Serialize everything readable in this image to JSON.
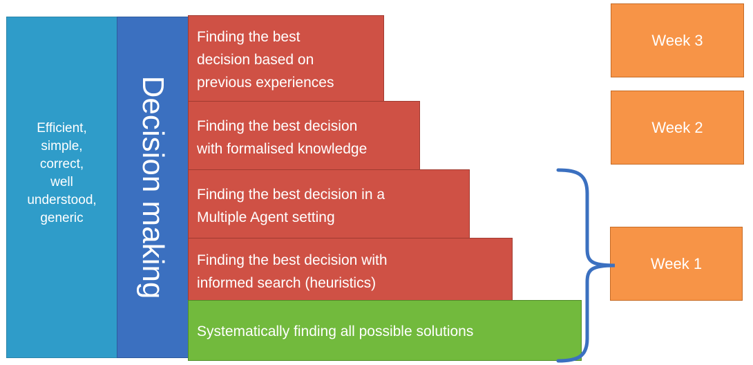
{
  "left_column": {
    "lines": [
      "Efficient,",
      "simple,",
      "correct,",
      "well",
      "understood,",
      "generic"
    ]
  },
  "middle_column": {
    "label": "Decision making"
  },
  "steps": [
    {
      "lines": [
        "Finding the best",
        "decision based on",
        "previous experiences"
      ]
    },
    {
      "lines": [
        "Finding the best decision",
        "with formalised knowledge"
      ]
    },
    {
      "lines": [
        "Finding the best decision in a",
        "Multiple Agent setting"
      ]
    },
    {
      "lines": [
        "Finding the best decision with",
        "informed search (heuristics)"
      ]
    },
    {
      "lines": [
        "Systematically finding all possible solutions"
      ]
    }
  ],
  "weeks": {
    "week3": "Week 3",
    "week2": "Week 2",
    "week1": "Week 1"
  },
  "colors": {
    "left_column": "#2f9cc9",
    "middle_column": "#3b70c0",
    "steps_red": "#cf5145",
    "step_green": "#72ba3d",
    "weeks": "#f79447",
    "brace": "#3b70c0"
  }
}
